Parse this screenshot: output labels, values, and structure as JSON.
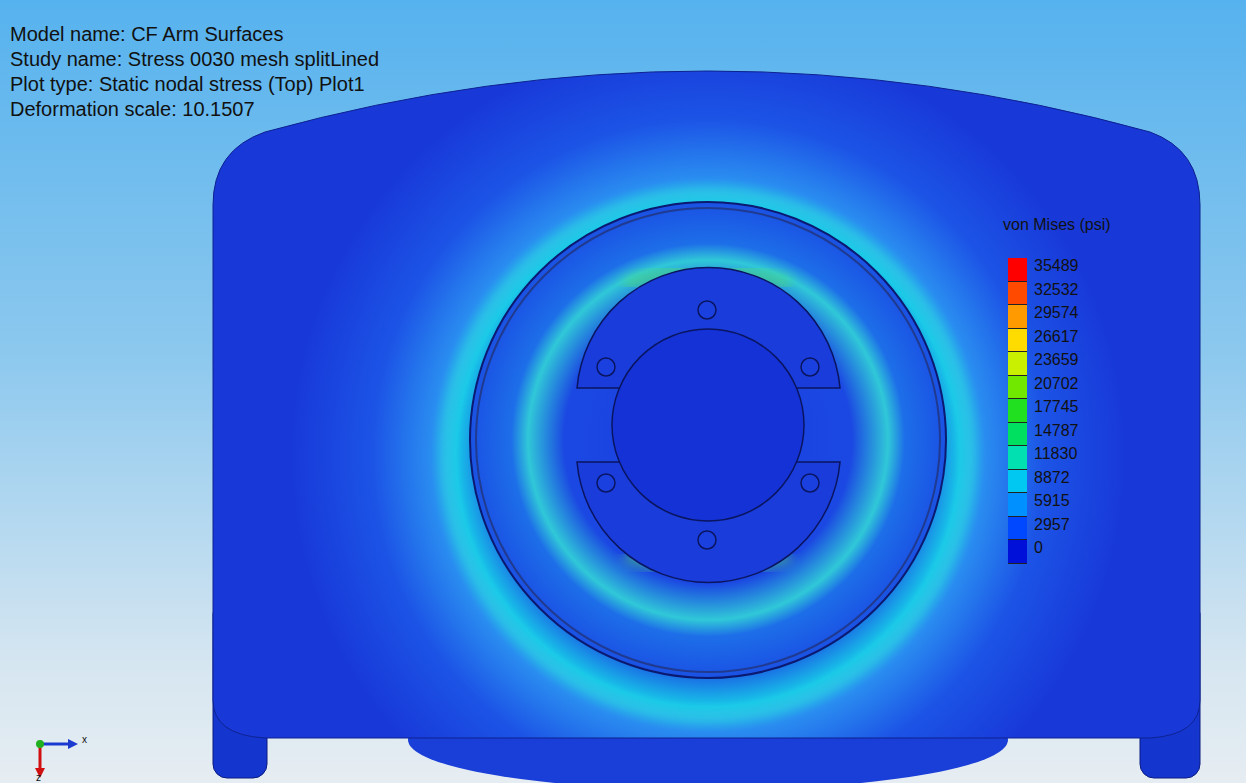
{
  "diagram": {
    "labels": [
      "Model name: CF Arm Surfaces",
      "Study name: Stress 0030 mesh splitLined",
      "Plot type: Static nodal stress (Top) Plot1",
      "Deformation scale: 10.1507",
      "von Mises (psi)",
      "x",
      "z"
    ],
    "legend": [
      {
        "text": "35489",
        "color": "#ff0000"
      },
      {
        "text": "32532",
        "color": "#ff4a00"
      },
      {
        "text": "29574",
        "color": "#ff9a00"
      },
      {
        "text": "26617",
        "color": "#ffdc00"
      },
      {
        "text": "23659",
        "color": "#c8f000"
      },
      {
        "text": "20702",
        "color": "#70e800"
      },
      {
        "text": "17745",
        "color": "#20e020"
      },
      {
        "text": "14787",
        "color": "#00e060"
      },
      {
        "text": "11830",
        "color": "#00e0b0"
      },
      {
        "text": "8872",
        "color": "#00c8f0"
      },
      {
        "text": "5915",
        "color": "#0090ff"
      },
      {
        "text": "2957",
        "color": "#0048ff"
      },
      {
        "text": "0",
        "color": "#0010d8"
      }
    ]
  }
}
